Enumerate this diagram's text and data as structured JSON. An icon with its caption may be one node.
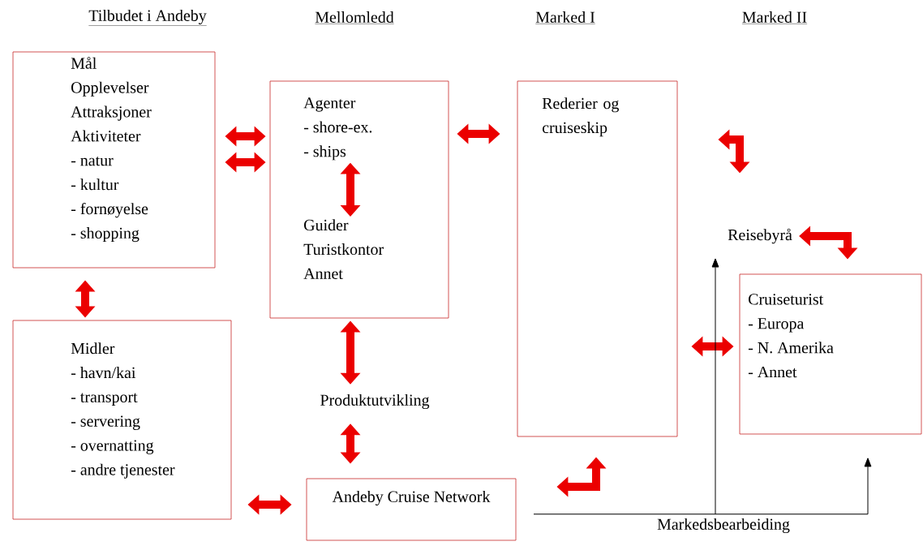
{
  "diagram": {
    "nodes": [
      {
        "text": [
          "Mål",
          "Opplevelser",
          "Attraksjoner",
          "Aktiviteter",
          "- natur",
          "- kultur",
          "- fornøyelse",
          "- shopping"
        ]
      },
      {
        "text": [],
        "shape": "box"
      },
      {
        "text": [
          "Agenter",
          "- shore-ex.",
          "- ships"
        ],
        "in": 1
      },
      {
        "text": [
          "Guider",
          "Turistkontor",
          "Annet"
        ],
        "in": 1
      },
      {
        "text": [
          "Rederier og cruiseskip"
        ]
      },
      {
        "text": [
          "Reisebyrå"
        ]
      },
      {
        "text": [
          "Midler",
          "- havn/kai",
          "- transport",
          "- servering",
          "- overnatting",
          "- andre tjenester"
        ]
      },
      {
        "text": [
          "Produktutvikling"
        ]
      },
      {
        "text": [
          "Cruiseturist",
          "- Europa",
          "- N. Amerika",
          "- Annet"
        ]
      },
      {
        "text": [
          "Andeby Cruise Network"
        ]
      },
      {
        "text": [
          "Markedsbearbeiding"
        ]
      }
    ],
    "edges": [
      {
        "from": 0,
        "to": 1,
        "arrow": "both"
      },
      {
        "from": 0,
        "to": 1,
        "arrow": "both"
      },
      {
        "from": 1,
        "to": 4,
        "arrow": "both"
      },
      {
        "from": 4,
        "to": 5,
        "arrow": "both"
      },
      {
        "from": 5,
        "to": 8,
        "arrow": "both"
      },
      {
        "from": 2,
        "to": 3,
        "arrow": "both"
      },
      {
        "from": 0,
        "to": 6,
        "arrow": "both"
      },
      {
        "from": 1,
        "to": 7,
        "arrow": "both"
      },
      {
        "from": 7,
        "to": 9,
        "arrow": "both"
      },
      {
        "from": 6,
        "to": 9,
        "arrow": "both"
      },
      {
        "from": 9,
        "to": 4,
        "arrow": "both"
      },
      {
        "from": 4,
        "to": 8,
        "arrow": "both"
      },
      {
        "from": 10,
        "to": 5,
        "arrow": "to",
        "color": "#000000"
      },
      {
        "from": 10,
        "to": 8,
        "arrow": "to",
        "color": "#000000"
      }
    ],
    "labels": [
      "Tilbudet i Andeby",
      "Mellomledd",
      "Marked I",
      "Marked II"
    ]
  }
}
